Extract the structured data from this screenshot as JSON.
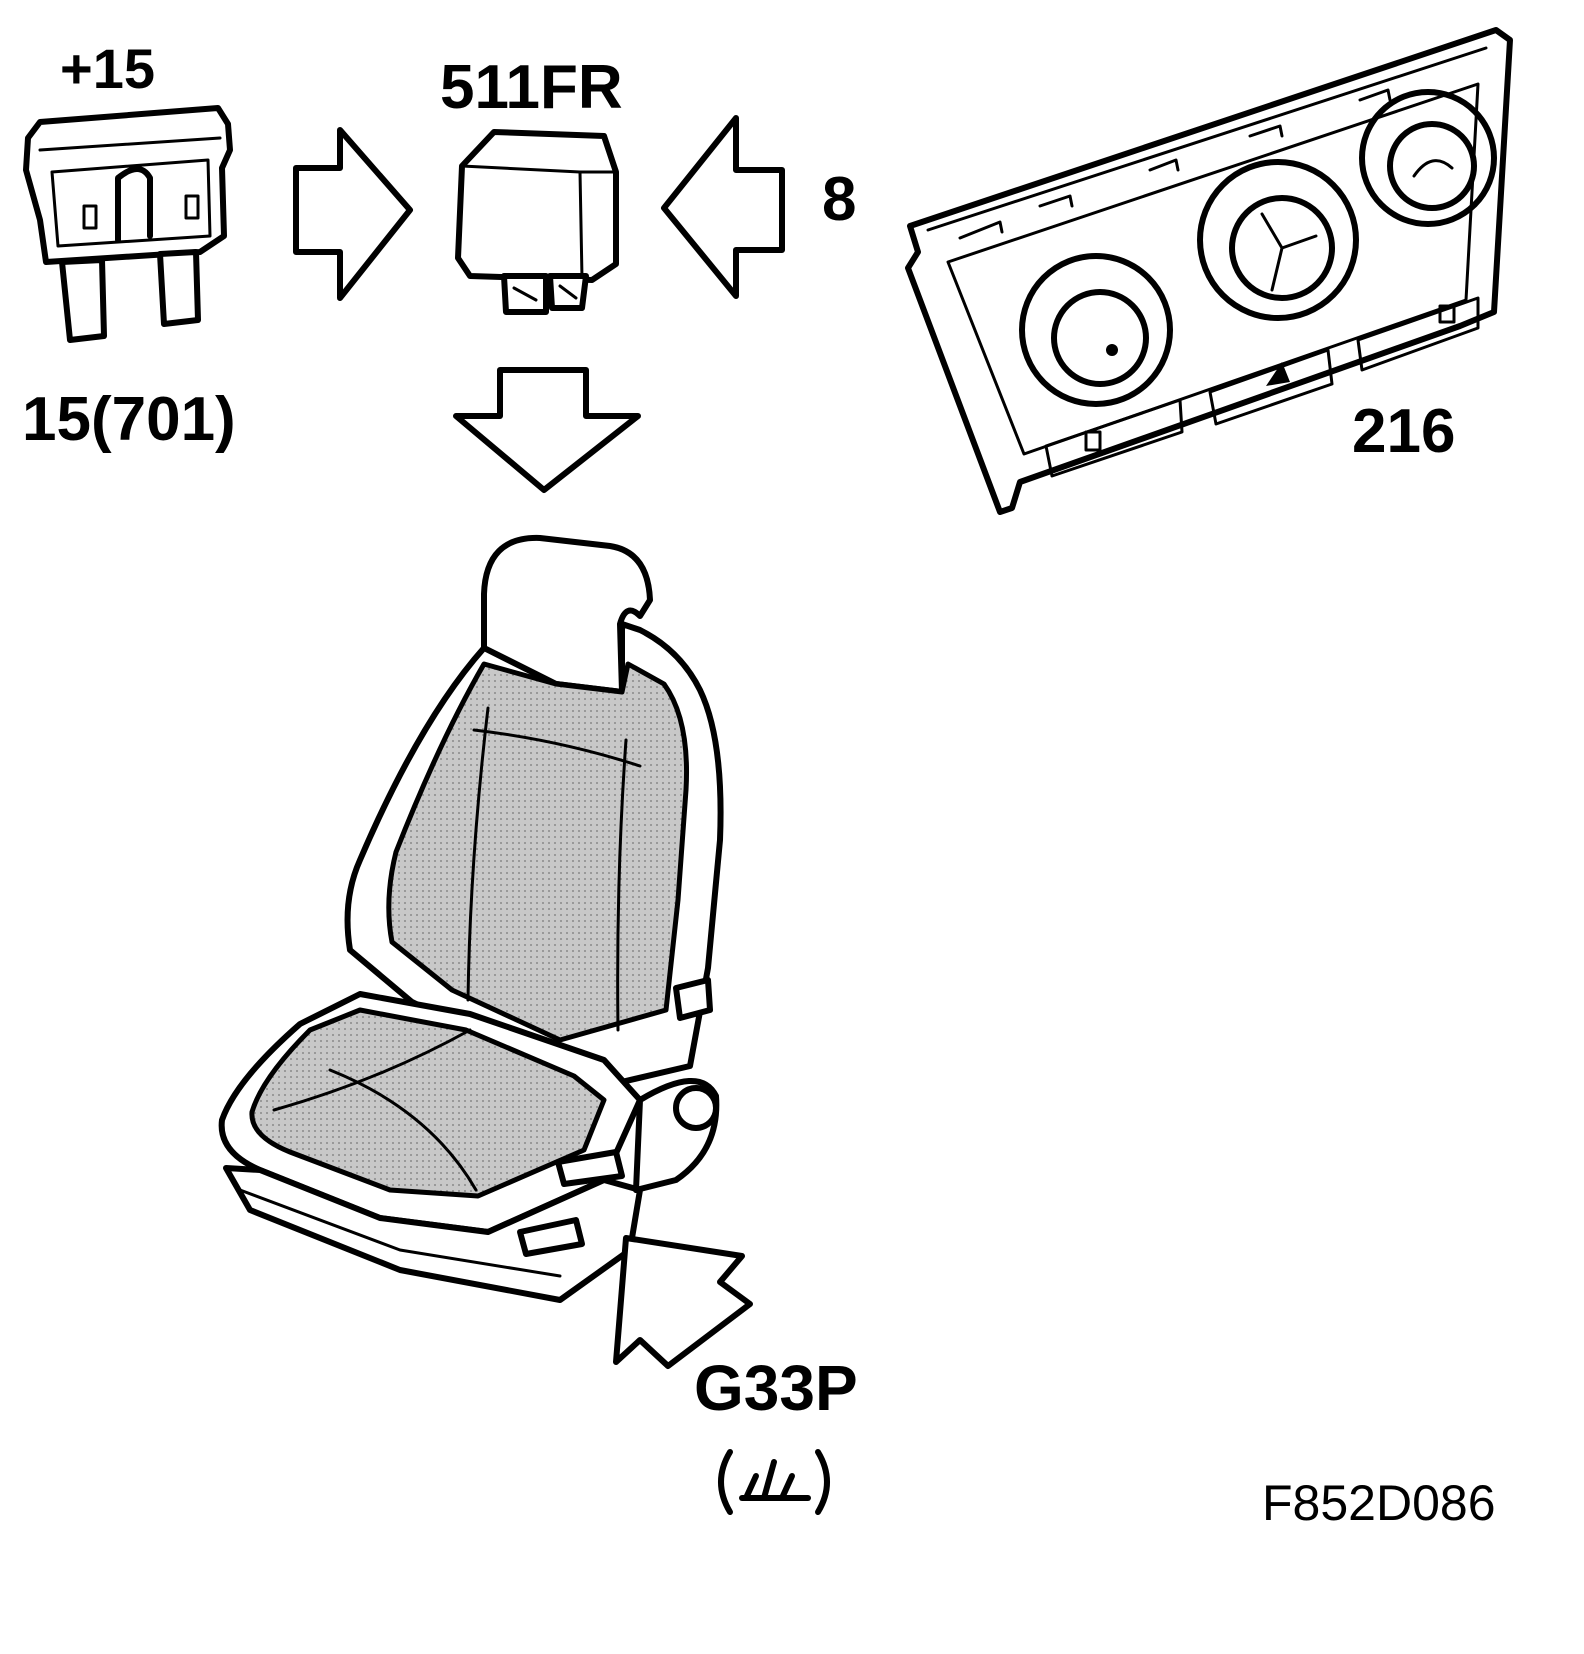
{
  "labels": {
    "supply": "+15",
    "fuse": "15(701)",
    "relay": "511FR",
    "relay_input": "8",
    "control_panel": "216",
    "ground_point": "G33P",
    "ground_symbol": "(⏚)",
    "figure_code": "F852D086"
  },
  "icons": {
    "fuse": "blade-fuse-icon",
    "relay": "relay-icon",
    "control_panel": "climate-control-panel-icon",
    "seat": "heated-seat-icon",
    "ground": "ground-symbol-icon"
  }
}
